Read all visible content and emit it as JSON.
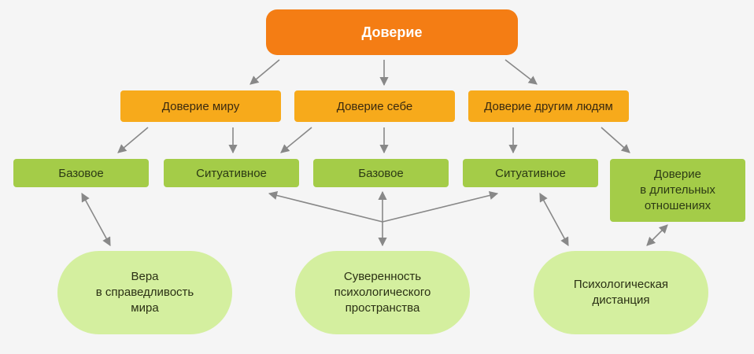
{
  "diagram": {
    "root": {
      "label": "Доверие"
    },
    "level1": [
      {
        "id": "world",
        "label": "Доверие миру"
      },
      {
        "id": "self",
        "label": "Доверие себе"
      },
      {
        "id": "others",
        "label": "Доверие другим людям"
      }
    ],
    "level2": [
      {
        "id": "basic1",
        "label": "Базовое"
      },
      {
        "id": "situ1",
        "label": "Ситуативное"
      },
      {
        "id": "basic2",
        "label": "Базовое"
      },
      {
        "id": "situ2",
        "label": "Ситуативное"
      },
      {
        "id": "long",
        "label": "Доверие\nв длительных\nотношениях"
      }
    ],
    "outcomes": [
      {
        "id": "faith",
        "label": "Вера\nв справедливость\nмира"
      },
      {
        "id": "sovereignty",
        "label": "Суверенность\nпсихологического\nпространства"
      },
      {
        "id": "distance",
        "label": "Психологическая\nдистанция"
      }
    ],
    "colors": {
      "root": "#f47d14",
      "level1": "#f7aa1b",
      "level2": "#a4cc48",
      "outcome": "#d4ef9f",
      "arrow": "#888888",
      "background": "#f5f5f5"
    }
  }
}
